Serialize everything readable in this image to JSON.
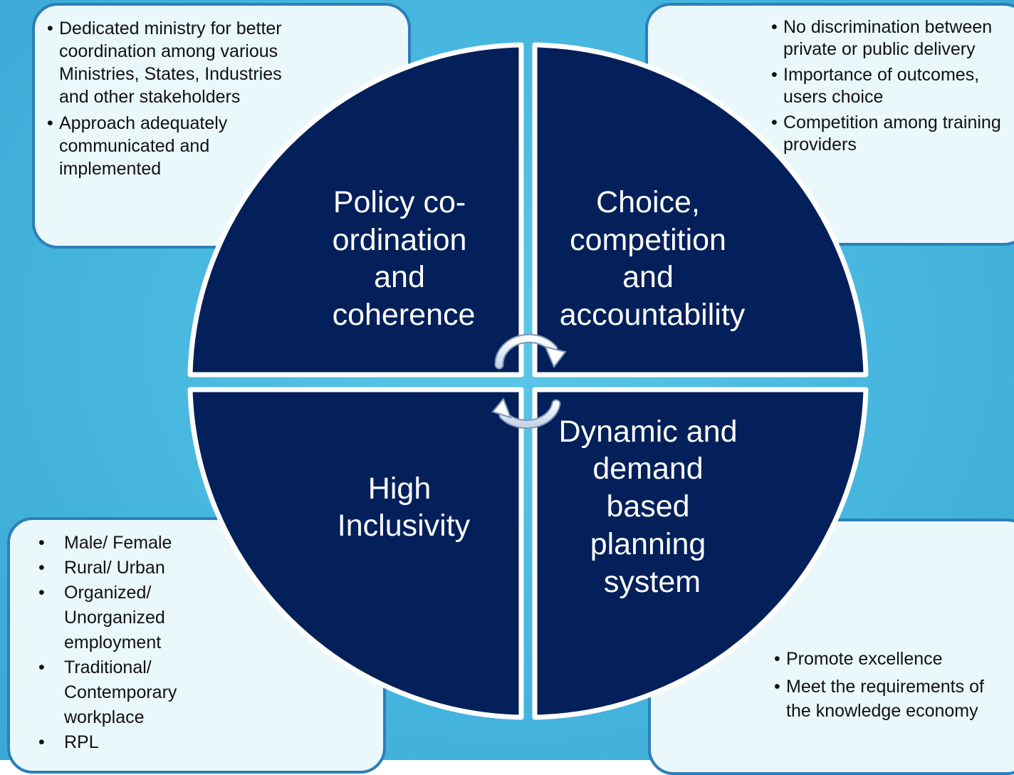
{
  "colors": {
    "background": "#46b6df",
    "quadrant_fill": "#04205a",
    "quadrant_border": "#ffffff",
    "callout_fill": "#eaf7fb",
    "callout_border": "#2d7fb8"
  },
  "quadrants": [
    {
      "id": "top-left",
      "lines": [
        "Policy co-",
        "ordination",
        "and",
        "coherence"
      ]
    },
    {
      "id": "top-right",
      "lines": [
        "Choice,",
        "competition",
        "and",
        "accountability"
      ]
    },
    {
      "id": "bottom-left",
      "lines": [
        "High",
        "Inclusivity"
      ]
    },
    {
      "id": "bottom-right",
      "lines": [
        "Dynamic and",
        "demand",
        "based",
        "planning",
        "system"
      ]
    }
  ],
  "callouts": {
    "top_left": {
      "items": [
        "Dedicated ministry for better coordination among various Ministries, States, Industries and other stakeholders",
        "Approach adequately communicated and implemented"
      ]
    },
    "top_right": {
      "items": [
        "No discrimination between private or public delivery",
        "Importance of outcomes, users choice",
        "Competition among training providers"
      ]
    },
    "bottom_left": {
      "items": [
        "Male/ Female",
        "Rural/ Urban",
        "Organized/ Unorganized employment",
        "Traditional/ Contemporary workplace",
        "RPL"
      ]
    },
    "bottom_right": {
      "items": [
        "Promote excellence",
        "Meet the requirements of the knowledge economy"
      ]
    }
  }
}
